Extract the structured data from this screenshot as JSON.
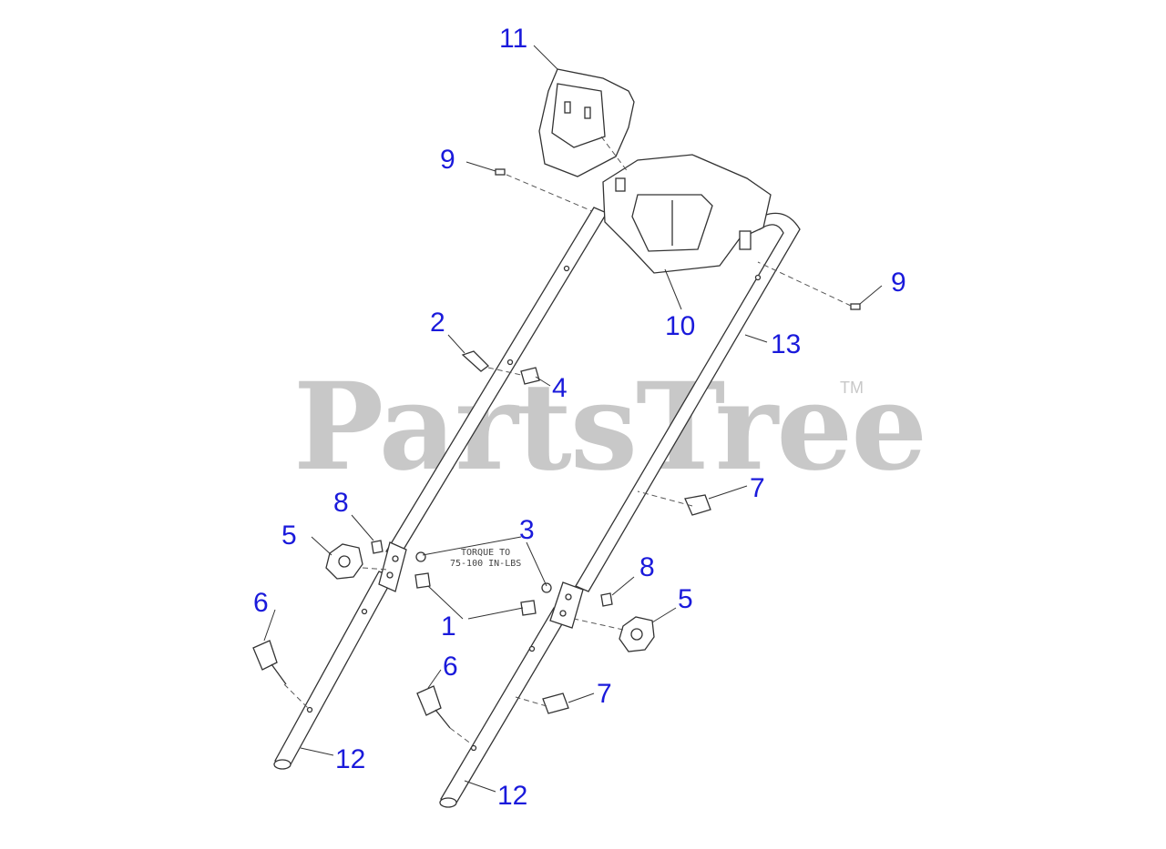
{
  "watermark": {
    "brand": "PartsTree",
    "trademark": "TM"
  },
  "torque_note": {
    "line1": "TORQUE TO",
    "line2": "75-100 IN-LBS"
  },
  "callouts": {
    "c1": "1",
    "c2": "2",
    "c3": "3",
    "c4": "4",
    "c5a": "5",
    "c5b": "5",
    "c6a": "6",
    "c6b": "6",
    "c7a": "7",
    "c7b": "7",
    "c8a": "8",
    "c8b": "8",
    "c9a": "9",
    "c9b": "9",
    "c10": "10",
    "c11": "11",
    "c12a": "12",
    "c12b": "12",
    "c13": "13"
  },
  "colors": {
    "callout": "#1a1adb",
    "watermark": "#c8c8c8",
    "line": "#333333"
  }
}
